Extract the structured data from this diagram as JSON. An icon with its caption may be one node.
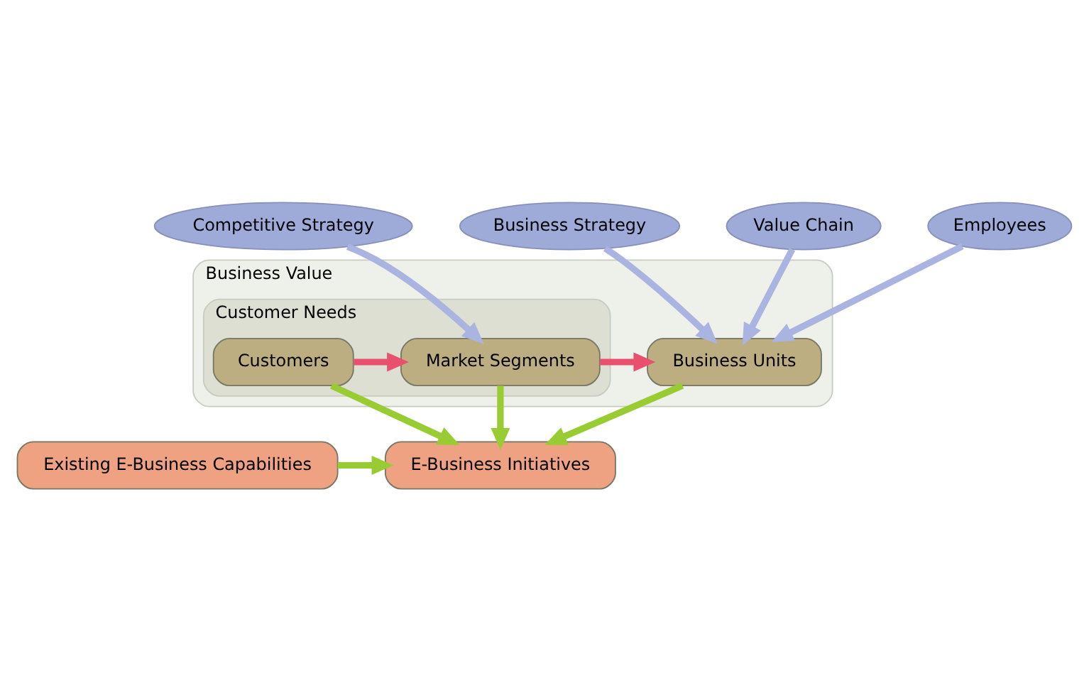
{
  "diagram": {
    "nodes": [
      {
        "text": [
          "Competitive Strategy"
        ]
      },
      {
        "text": [
          "Business Strategy"
        ]
      },
      {
        "text": [
          "Value Chain"
        ]
      },
      {
        "text": [
          "Employees"
        ]
      },
      {
        "text": [
          "Business Value"
        ]
      },
      {
        "text": [
          "Customer Needs"
        ],
        "in": 4
      },
      {
        "text": [
          "Customers"
        ],
        "in": 5
      },
      {
        "text": [
          "Market Segments"
        ],
        "in": 5
      },
      {
        "text": [
          "Business Units"
        ],
        "in": 4
      },
      {
        "text": [
          "Existing E-Business Capabilities"
        ]
      },
      {
        "text": [
          "E-Business Initiatives"
        ]
      }
    ],
    "edges": [
      {
        "from": 0,
        "to": 7,
        "arrow": "to",
        "color": "#aab4e0"
      },
      {
        "from": 1,
        "to": 8,
        "arrow": "to",
        "color": "#aab4e0"
      },
      {
        "from": 2,
        "to": 8,
        "arrow": "to",
        "color": "#aab4e0"
      },
      {
        "from": 3,
        "to": 8,
        "arrow": "to",
        "color": "#aab4e0"
      },
      {
        "from": 6,
        "to": 7,
        "arrow": "to",
        "color": "#e8506e"
      },
      {
        "from": 7,
        "to": 8,
        "arrow": "to",
        "color": "#e8506e"
      },
      {
        "from": 6,
        "to": 10,
        "arrow": "to",
        "color": "#99cc33"
      },
      {
        "from": 7,
        "to": 10,
        "arrow": "to",
        "color": "#99cc33"
      },
      {
        "from": 8,
        "to": 10,
        "arrow": "to",
        "color": "#99cc33"
      },
      {
        "from": 9,
        "to": 10,
        "arrow": "to",
        "color": "#99cc33"
      }
    ]
  }
}
